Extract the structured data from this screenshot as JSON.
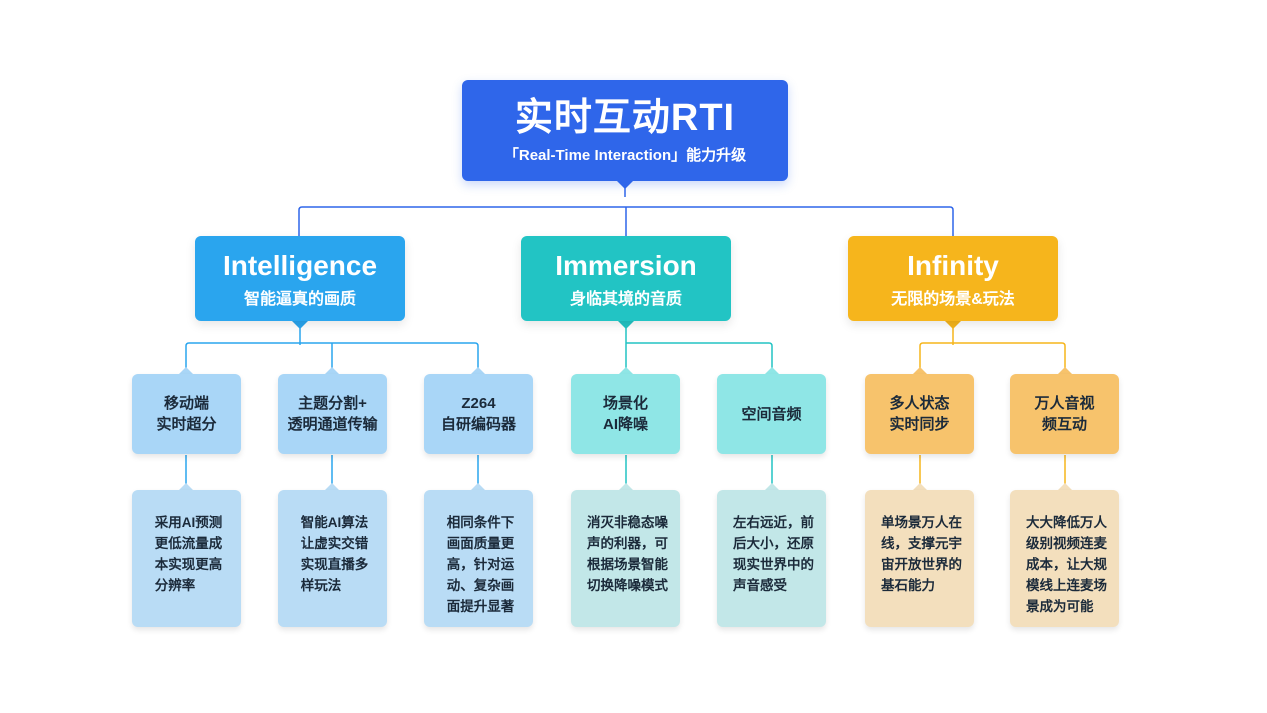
{
  "root": {
    "title": "实时互动RTI",
    "subtitle": "「Real-Time Interaction」能力升级"
  },
  "categories": [
    {
      "title": "Intelligence",
      "subtitle": "智能逼真的画质",
      "color": "#2aa5ee",
      "items": [
        {
          "label": "移动端\n实时超分",
          "desc": "采用AI预测\n更低流量成\n本实现更高\n分辨率"
        },
        {
          "label": "主题分割+\n透明通道传输",
          "desc": "智能AI算法\n让虚实交错\n实现直播多\n样玩法"
        },
        {
          "label": "Z264\n自研编码器",
          "desc": "相同条件下\n画面质量更\n高，针对运\n动、复杂画\n面提升显著"
        }
      ]
    },
    {
      "title": "Immersion",
      "subtitle": "身临其境的音质",
      "color": "#22c4c4",
      "items": [
        {
          "label": "场景化\nAI降噪",
          "desc": "消灭非稳态噪\n声的利器，可\n根据场景智能\n切换降噪模式"
        },
        {
          "label": "空间音频",
          "desc": "左右远近，前\n后大小，还原\n现实世界中的\n声音感受"
        }
      ]
    },
    {
      "title": "Infinity",
      "subtitle": "无限的场景&玩法",
      "color": "#f6b51c",
      "items": [
        {
          "label": "多人状态\n实时同步",
          "desc": "单场景万人在\n线，支撑元宇\n宙开放世界的\n基石能力"
        },
        {
          "label": "万人音视\n频互动",
          "desc": "大大降低万人\n级别视频连麦\n成本，让大规\n模线上连麦场\n景成为可能"
        }
      ]
    }
  ],
  "colors": {
    "root": "#2f66ea",
    "blue_line": "#2aa5ee",
    "teal_line": "#22c4c4",
    "gold_line": "#f6b51c"
  }
}
